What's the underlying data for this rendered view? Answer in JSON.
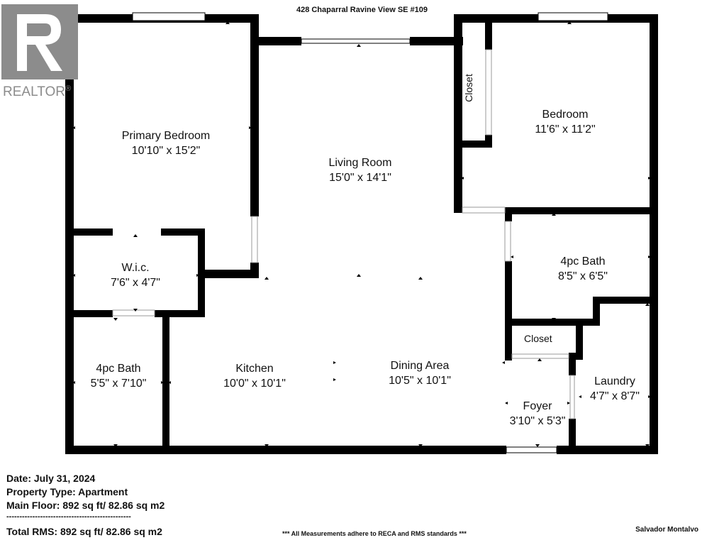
{
  "title": "428 Chaparral Ravine View SE #109",
  "logo": {
    "text": "REALTOR",
    "mark": "®",
    "icon": "realtor-r-logo-icon"
  },
  "rooms": [
    {
      "id": "primary-bedroom",
      "name": "Primary Bedroom",
      "dims": "10'10\" x 15'2\""
    },
    {
      "id": "living-room",
      "name": "Living Room",
      "dims": "15'0\" x 14'1\""
    },
    {
      "id": "bedroom",
      "name": "Bedroom",
      "dims": "11'6\" x 11'2\""
    },
    {
      "id": "wic",
      "name": "W.i.c.",
      "dims": "7'6\" x 4'7\""
    },
    {
      "id": "bath-right",
      "name": "4pc Bath",
      "dims": "8'5\" x 6'5\""
    },
    {
      "id": "bath-left",
      "name": "4pc Bath",
      "dims": "5'5\" x 7'10\""
    },
    {
      "id": "kitchen",
      "name": "Kitchen",
      "dims": "10'0\" x 10'1\""
    },
    {
      "id": "dining-area",
      "name": "Dining Area",
      "dims": "10'5\" x 10'1\""
    },
    {
      "id": "laundry",
      "name": "Laundry",
      "dims": "4'7\" x 8'7\""
    },
    {
      "id": "foyer",
      "name": "Foyer",
      "dims": "3'10\" x 5'3\""
    }
  ],
  "closets": [
    "Closet",
    "Closet"
  ],
  "footer": {
    "date": "Date: July 31, 2024",
    "property_type": "Property Type: Apartment",
    "main_floor": "Main Floor: 892 sq ft/ 82.86 sq m2",
    "separator": "------------------------------------------------",
    "total": "Total RMS: 892 sq ft/ 82.86 sq m2",
    "note": "*** All Measurements adhere to RECA and RMS standards ***",
    "agent": "Salvador Montalvo"
  },
  "colors": {
    "wall": "#000000",
    "window": "#ffffff",
    "logo": "#8c8c8c"
  }
}
